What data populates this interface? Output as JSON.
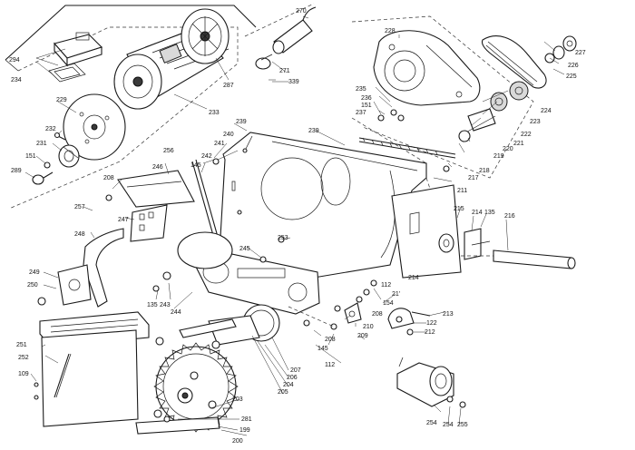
{
  "labels": {
    "l270": "270",
    "l228": "228",
    "l227": "227",
    "l226": "226",
    "l225": "225",
    "l224": "224",
    "l294": "294",
    "l234": "234",
    "l229": "229",
    "l233": "233",
    "l287": "287",
    "l271": "271",
    "l339": "339",
    "l232": "232",
    "l231": "231",
    "l151a": "151",
    "l289": "289",
    "l239a": "239",
    "l256": "256",
    "l241": "241",
    "l240": "240",
    "l242": "242",
    "l145a": "145",
    "l246": "246",
    "l208a": "208",
    "l235": "235",
    "l236": "236",
    "l151b": "151",
    "l237": "237",
    "l239b": "239",
    "l223": "223",
    "l222": "222",
    "l221": "221",
    "l220": "220",
    "l219": "219",
    "l218": "218",
    "l217": "217",
    "l211": "211",
    "l257": "257",
    "l247": "247",
    "l248": "248",
    "l215": "215",
    "l214a": "214",
    "l135a": "135",
    "l216": "216",
    "l253": "253",
    "l245": "245",
    "l214b": "214",
    "l112": "112",
    "l249": "249",
    "l250": "250",
    "l135b": "135",
    "l243": "243",
    "l244": "244",
    "l154": "154",
    "l21": "21'",
    "l208b": "208",
    "l210": "210",
    "l213": "213",
    "l122": "122",
    "l209": "209",
    "l212": "212",
    "l208c": "208",
    "l145b": "145",
    "l251": "251",
    "l252": "252",
    "l109": "109",
    "l112b": "112",
    "l207": "207",
    "l206": "206",
    "l204": "204",
    "l205": "205",
    "l203": "203",
    "l281": "281",
    "l199": "199",
    "l200": "200",
    "l254": "254",
    "l254b": "254",
    "l255": "255"
  }
}
